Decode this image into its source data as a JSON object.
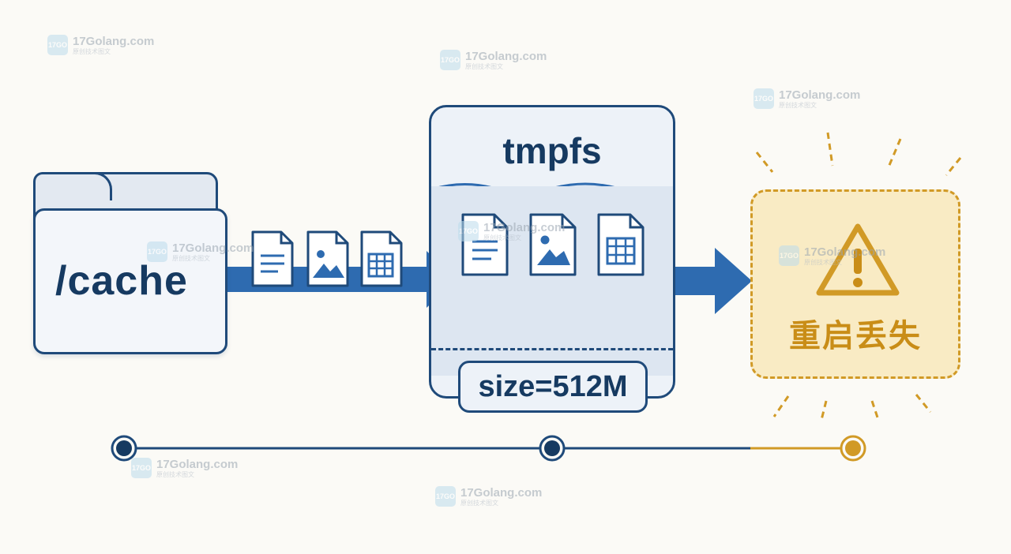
{
  "folder": {
    "label": "/cache"
  },
  "tmpfs": {
    "title": "tmpfs",
    "size_label": "size=512M"
  },
  "warning": {
    "label": "重启丢失",
    "icon": "warning-icon"
  },
  "colors": {
    "navy": "#1f4a7a",
    "blue": "#2e6bb0",
    "amber": "#d19a26",
    "amber_fill": "#f9ebc4"
  },
  "watermark": {
    "text": "17Golang.com",
    "sub": "原创技术图文",
    "badge": "17GO"
  }
}
